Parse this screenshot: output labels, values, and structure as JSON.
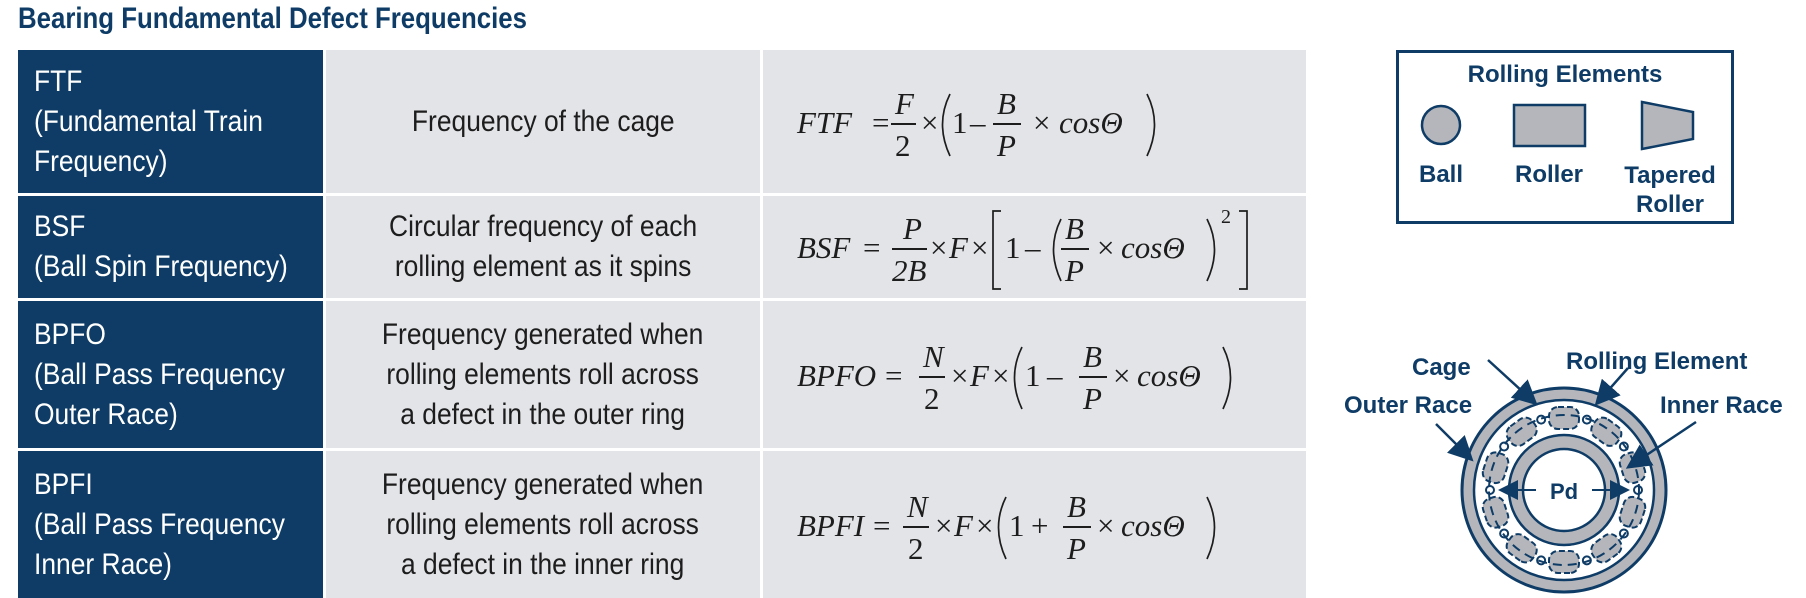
{
  "title": "Bearing Fundamental Defect Frequencies",
  "rows": [
    {
      "abbr": "FTF",
      "name_lines": [
        "(Fundamental Train",
        "Frequency)"
      ],
      "desc_lines": [
        "Frequency of the cage"
      ],
      "formula": {
        "lhs": "FTF",
        "eq": "=",
        "f_num": "F",
        "f_den": "2",
        "times": "×",
        "times2": "×",
        "one": "1",
        "minus": "–",
        "b_num": "B",
        "b_den": "P",
        "cos": "cosΘ"
      }
    },
    {
      "abbr": "BSF",
      "name_lines": [
        "(Ball Spin Frequency)"
      ],
      "desc_lines": [
        "Circular frequency of each",
        "rolling element as it spins"
      ],
      "formula": {
        "lhs": "BSF",
        "eq": "=",
        "f_num": "P",
        "f_den": "2B",
        "times": "×",
        "F": "F",
        "times2": "×",
        "one": "1",
        "minus": "–",
        "b_num": "B",
        "b_den": "P",
        "times3": "×",
        "cos": "cosΘ",
        "exp": "2"
      }
    },
    {
      "abbr": "BPFO",
      "name_lines": [
        "(Ball Pass Frequency",
        "Outer Race)"
      ],
      "desc_lines": [
        "Frequency generated when",
        "rolling elements roll across",
        "a defect in the outer ring"
      ],
      "formula": {
        "lhs": "BPFO",
        "eq": "=",
        "f_num": "N",
        "f_den": "2",
        "times": "×",
        "F": "F",
        "times2": "×",
        "one": "1",
        "minus": "–",
        "b_num": "B",
        "b_den": "P",
        "times3": "×",
        "cos": "cosΘ"
      }
    },
    {
      "abbr": "BPFI",
      "name_lines": [
        "(Ball Pass Frequency",
        "Inner Race)"
      ],
      "desc_lines": [
        "Frequency generated when",
        "rolling elements roll across",
        "a defect in the inner ring"
      ],
      "formula": {
        "lhs": "BPFI",
        "eq": "=",
        "f_num": "N",
        "f_den": "2",
        "times": "×",
        "F": "F",
        "times2": "×",
        "one": "1",
        "plus": "+",
        "b_num": "B",
        "b_den": "P",
        "times3": "×",
        "cos": "cosΘ"
      }
    }
  ],
  "legend": {
    "title": "Rolling Elements",
    "items": [
      {
        "lines": [
          "Ball"
        ]
      },
      {
        "lines": [
          "Roller"
        ]
      },
      {
        "lines": [
          "Tapered",
          "Roller"
        ]
      }
    ]
  },
  "bearing_diagram": {
    "labels": {
      "cage": "Cage",
      "rolling_element": "Rolling Element",
      "outer_race": "Outer Race",
      "inner_race": "Inner Race",
      "pd": "Pd"
    }
  },
  "colors": {
    "navy": "#0e3c66",
    "cell_gray": "#e3e4e8",
    "element_gray": "#b4b6bb"
  }
}
